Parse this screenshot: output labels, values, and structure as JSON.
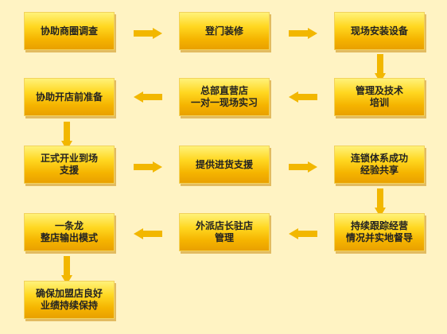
{
  "steps": {
    "s1": "协助商圈调查",
    "s2": "登门装修",
    "s3": "现场安装设备",
    "s4": "管理及技术\n培训",
    "s5": "总部直营店\n一对一现场实习",
    "s6": "协助开店前准备",
    "s7": "正式开业到场\n支援",
    "s8": "提供进货支援",
    "s9": "连锁体系成功\n经验共享",
    "s10": "持续跟踪经营\n情况并实地督导",
    "s11": "外派店长驻店\n管理",
    "s12": "一条龙\n整店输出模式",
    "s13": "确保加盟店良好\n业绩持续保持"
  },
  "colors": {
    "background": "#fff3c3",
    "box_top": "#fff27a",
    "box_bottom": "#e9a000",
    "arrow": "#f2b700"
  }
}
